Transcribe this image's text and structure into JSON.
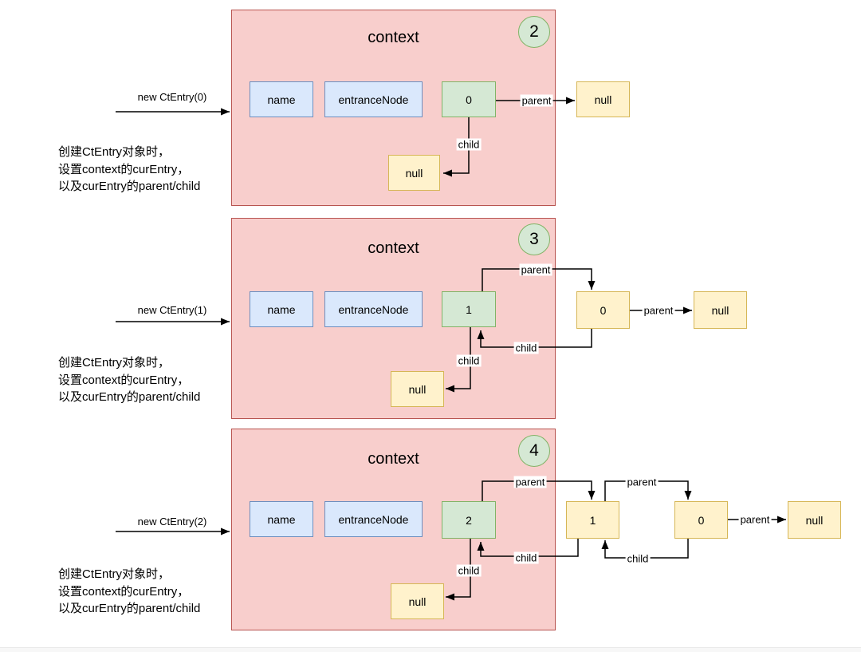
{
  "labels": {
    "context": "context",
    "name": "name",
    "entrance_node": "entranceNode",
    "parent": "parent",
    "child": "child",
    "null": "null"
  },
  "panels": [
    {
      "badge": "2",
      "call": "new CtEntry(0)",
      "cur_entry": "0",
      "chain": [],
      "note": [
        "创建CtEntry对象时，",
        "设置context的curEntry，",
        "以及curEntry的parent/child"
      ]
    },
    {
      "badge": "3",
      "call": "new CtEntry(1)",
      "cur_entry": "1",
      "chain": [
        "0"
      ],
      "note": [
        "创建CtEntry对象时，",
        "设置context的curEntry，",
        "以及curEntry的parent/child"
      ]
    },
    {
      "badge": "4",
      "call": "new CtEntry(2)",
      "cur_entry": "2",
      "chain": [
        "1",
        "0"
      ],
      "note": [
        "创建CtEntry对象时，",
        "设置context的curEntry，",
        "以及curEntry的parent/child"
      ]
    }
  ],
  "colors": {
    "panel_fill": "#f8cecc",
    "panel_stroke": "#b85450",
    "field_fill": "#dae8fc",
    "field_stroke": "#6c8ebf",
    "entry_fill": "#d5e8d4",
    "entry_stroke": "#82b366",
    "null_fill": "#fff2cc",
    "null_stroke": "#d6b656",
    "line": "#000000"
  }
}
